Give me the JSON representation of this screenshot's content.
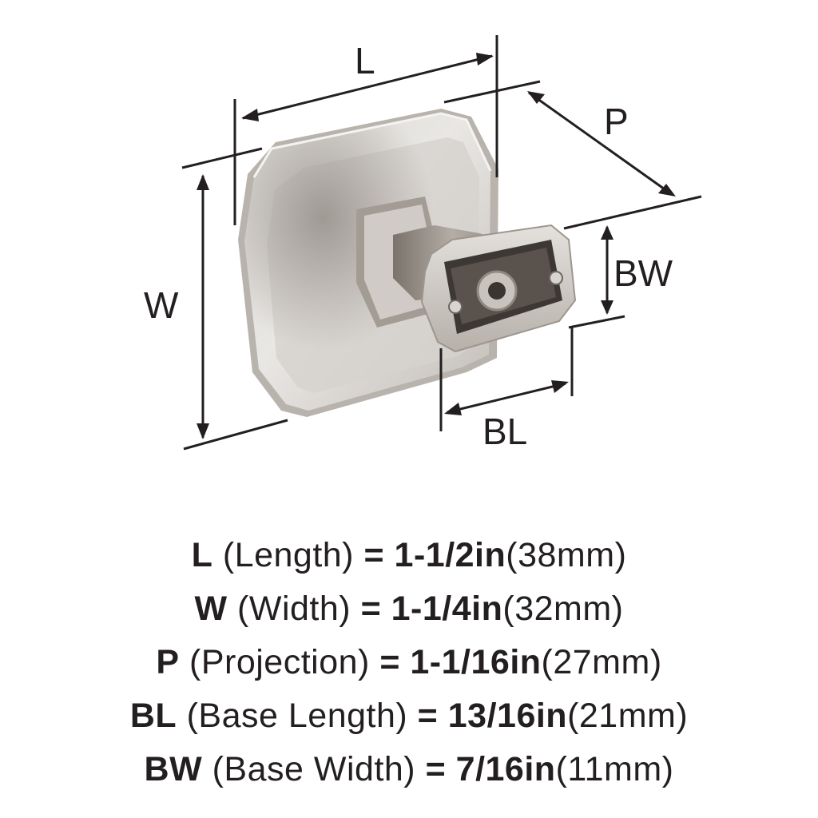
{
  "dimension_labels": {
    "length": "L",
    "width": "W",
    "projection": "P",
    "base_width": "BW",
    "base_length": "BL"
  },
  "specs": [
    {
      "abbr": "L",
      "name": "(Length)",
      "eq": "=",
      "inches": "1-1/2in",
      "mm": "(38mm)"
    },
    {
      "abbr": "W",
      "name": "(Width)",
      "eq": "=",
      "inches": "1-1/4in",
      "mm": "(32mm)"
    },
    {
      "abbr": "P",
      "name": "(Projection)",
      "eq": "=",
      "inches": "1-1/16in",
      "mm": "(27mm)"
    },
    {
      "abbr": "BL",
      "name": "(Base Length)",
      "eq": "=",
      "inches": "13/16in",
      "mm": "(21mm)"
    },
    {
      "abbr": "BW",
      "name": "(Base Width)",
      "eq": "=",
      "inches": "7/16in",
      "mm": "(11mm)"
    }
  ],
  "colors": {
    "text": "#231f20",
    "metal_light": "#e6e4e1",
    "metal_mid": "#c9c5c0",
    "metal_dark": "#8a847e",
    "metal_shadow": "#5e5750"
  }
}
